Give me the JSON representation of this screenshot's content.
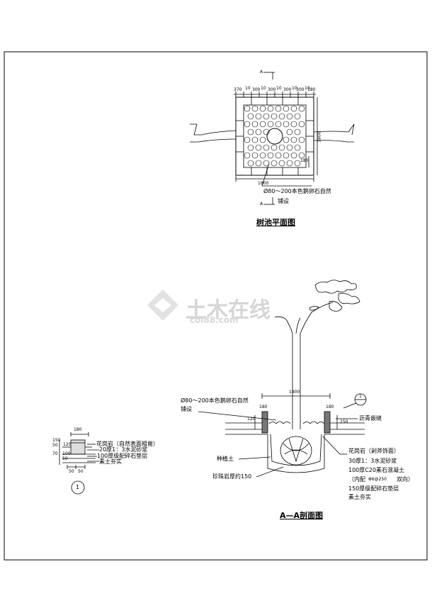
{
  "plan": {
    "section_mark": "A",
    "top_dims": [
      "370",
      "10",
      "300",
      "10",
      "300",
      "10",
      "300",
      "10",
      "300",
      "10",
      "180"
    ],
    "side_dim": "1800",
    "inner_dim": "180",
    "bottom_dim": "1800",
    "note_line1": "Ø80～200本色鹅卵石自然",
    "note_line2": "铺设",
    "title": "树池平面图"
  },
  "section": {
    "width_dim": "1800",
    "dim_left": "180",
    "dim_right": "180",
    "dim_h_left": "120",
    "dim_h_right": "250",
    "callout": "1",
    "note_line1": "Ø80～200本色鹅卵石自然",
    "note_line2": "铺设",
    "label_soil": "种植土",
    "label_perlite": "珍珠岩厚约150",
    "label_sealant": "沥青嵌缝",
    "labels": [
      "花岗岩（剁斧饰面）",
      "30厚1：3水泥砂浆",
      "100厚C20素石混凝土",
      "（内配",
      "双向）",
      "150厚级配碎石垫层",
      "素土夯实"
    ],
    "rebar": "Φ6@250",
    "title": "A—A剖面图"
  },
  "detail": {
    "top_dim": "180",
    "left_dims": [
      "150",
      "50",
      "120",
      "70",
      "100",
      "50"
    ],
    "bottom_dims": [
      "50",
      "50"
    ],
    "labels": [
      "花岗岩（自然表面粗凿）",
      "20厚1：3水泥砂浆",
      "100厚级配碎石垫层",
      "素土夯实"
    ],
    "callout": "1"
  },
  "watermark": {
    "text": "土木在线",
    "sub": "coi88.com"
  }
}
